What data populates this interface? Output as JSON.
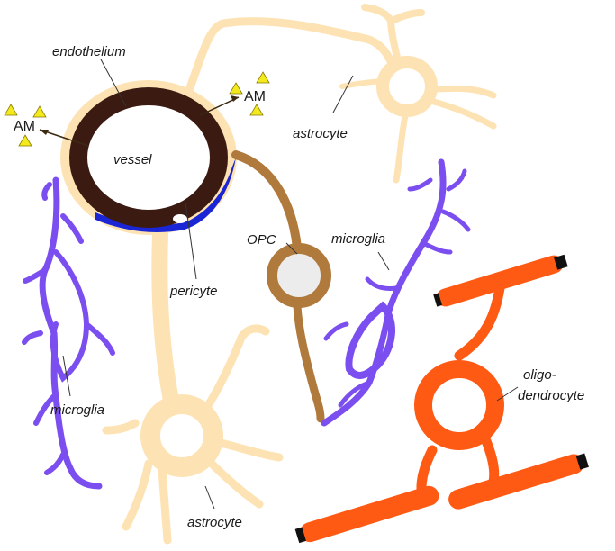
{
  "labels": {
    "endothelium": "endothelium",
    "vessel": "vessel",
    "pericyte": "pericyte",
    "astrocyte_top": "astrocyte",
    "astrocyte_bottom": "astrocyte",
    "opc": "OPC",
    "microglia_left": "microglia",
    "microglia_right": "microglia",
    "oligo_line1": "oligo-",
    "oligo_line2": "dendrocyte",
    "am_left": "AM",
    "am_right": "AM"
  },
  "colors": {
    "astrocyte": "#fde3b3",
    "vessel_wall": "#3b1a12",
    "pericyte": "#1a26d6",
    "opc": "#b07a3c",
    "opc_nucleus": "#ececec",
    "microglia": "#7b4ef0",
    "oligodendrocyte": "#ff5a14",
    "am_triangle": "#f2ea1c"
  }
}
